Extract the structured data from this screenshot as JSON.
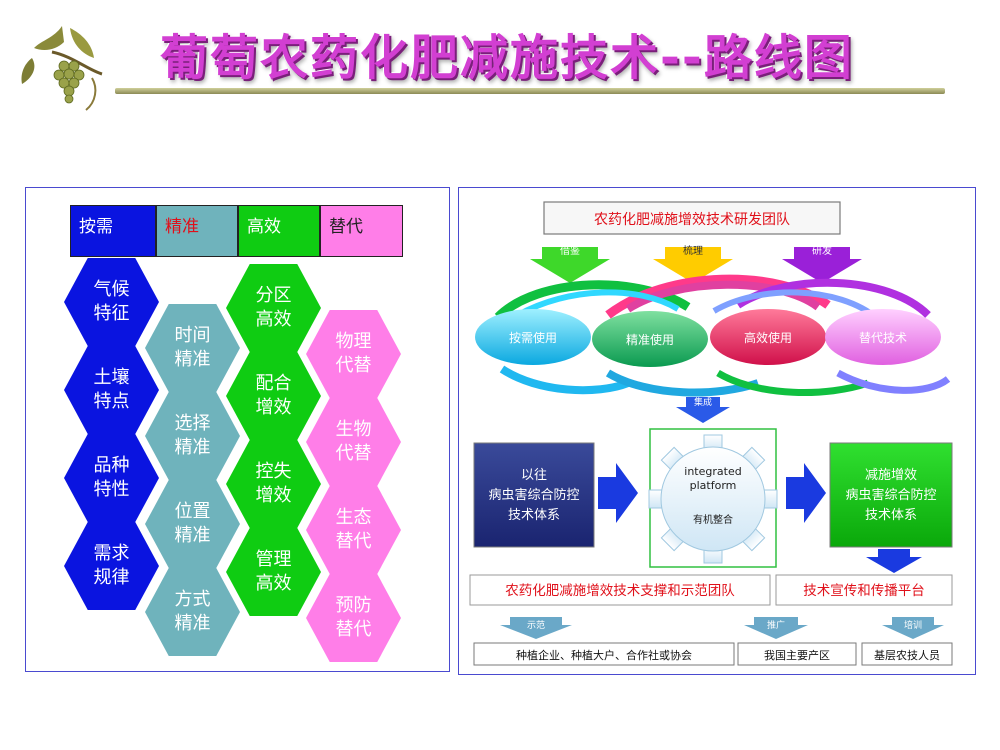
{
  "title": "葡萄农药化肥减施技术--路线图",
  "legend": {
    "anxu": "按需",
    "jingzhun": "精准",
    "gaoxiao": "高效",
    "tidai": "替代"
  },
  "hex_blue": [
    "气候\n特征",
    "土壤\n特点",
    "品种\n特性",
    "需求\n规律"
  ],
  "hex_teal": [
    "时间\n精准",
    "选择\n精准",
    "位置\n精准",
    "方式\n精准"
  ],
  "hex_green": [
    "分区\n高效",
    "配合\n增效",
    "控失\n增效",
    "管理\n高效"
  ],
  "hex_pink": [
    "物理\n代替",
    "生物\n代替",
    "生态\n替代",
    "预防\n替代"
  ],
  "flow": {
    "team_title": "农药化肥减施增效技术研发团队",
    "arrow_jiejian": "借鉴",
    "arrow_shuli": "梳理",
    "arrow_yanfa": "研发",
    "ell_anxu": "按需使用",
    "ell_jingzhun": "精准使用",
    "ell_gaoxiao": "高效使用",
    "ell_tidai": "替代技术",
    "arrow_jicheng": "集成",
    "old_line1": "以往",
    "old_line2": "病虫害综合防控",
    "old_line3": "技术体系",
    "gear_en1": "integrated",
    "gear_en2": "platform",
    "gear_cn": "有机整合",
    "new_line1": "减施增效",
    "new_line2": "病虫害综合防控",
    "new_line3": "技术体系",
    "support_team": "农药化肥减施增效技术支撑和示范团队",
    "platform": "技术宣传和传播平台",
    "arrow_shifan": "示范",
    "arrow_tuiguang": "推广",
    "arrow_peixun": "培训",
    "target1": "种植企业、种植大户、合作社或协会",
    "target2": "我国主要产区",
    "target3": "基层农技人员"
  },
  "colors": {
    "blue": "#0a14e0",
    "teal": "#6fb3bc",
    "green": "#0fcc12",
    "pink": "#ff7ee8",
    "title": "#d23fd2",
    "red_text": "#e0101a"
  }
}
